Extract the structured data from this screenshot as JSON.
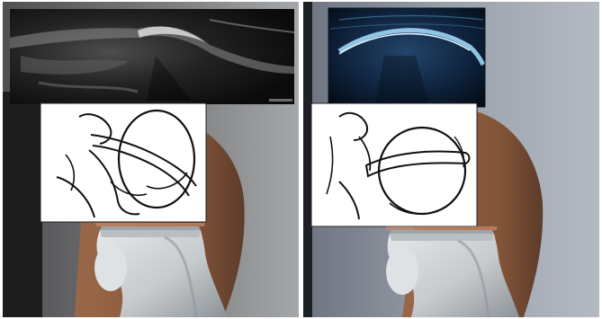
{
  "scene": {
    "panels": [
      {
        "id": "left",
        "image": "ultrasound-long-axis",
        "sketch": "bone-sketch-long-axis",
        "probe": "ultrasound-probe"
      },
      {
        "id": "right",
        "image": "ultrasound-short-axis",
        "sketch": "bone-sketch-short-axis",
        "probe": "ultrasound-probe"
      }
    ]
  },
  "colors": {
    "background": "#ffffff",
    "room_left": "#7b7b7c",
    "room_right": "#9aa1ab",
    "skin": "#8a5a3f",
    "skin_dark": "#5c3c2b",
    "probe": "#c9cdd1",
    "probe_shadow": "#8f969c",
    "ultrasound_gray": "#1a1a1a",
    "ultrasound_blue": "#0c1d33",
    "echo_blue": "#7fc5ef"
  }
}
